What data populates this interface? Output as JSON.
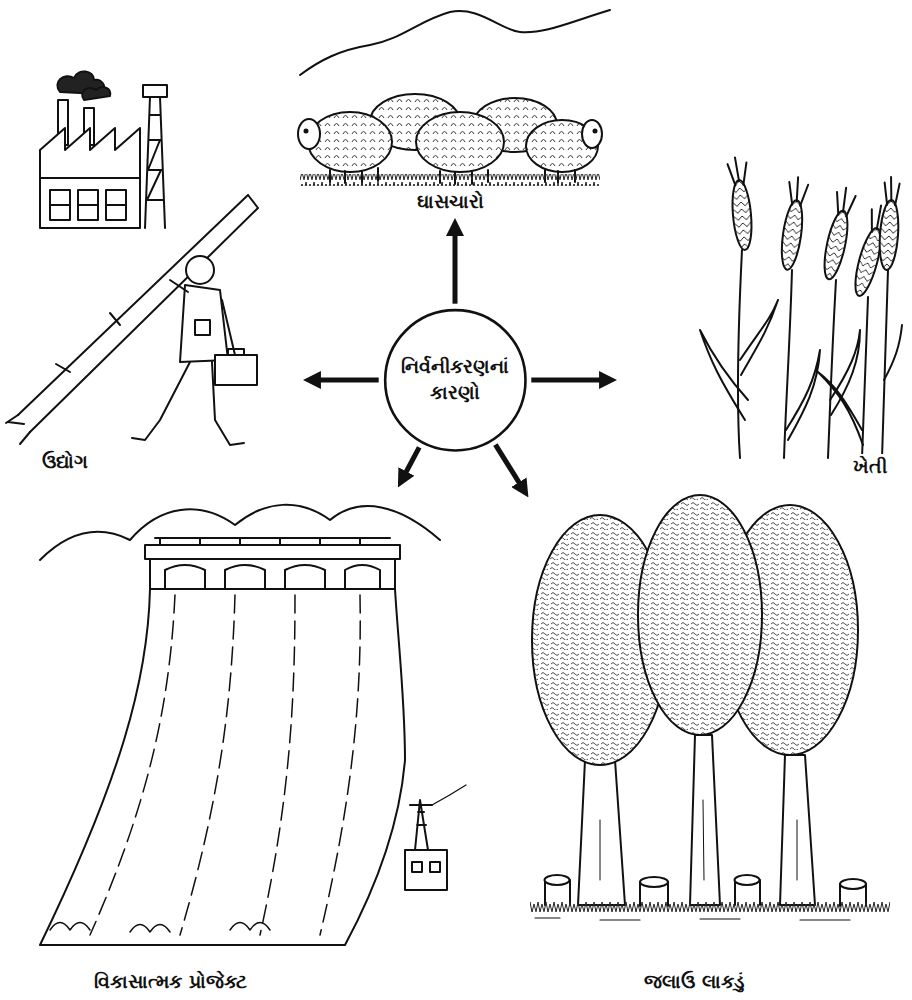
{
  "diagram": {
    "nodes": [
      {
        "text": [
          "ઘાસચારો"
        ]
      },
      {
        "text": [
          "નિર્વનીકરણનાં કારણો"
        ]
      },
      {
        "text": [
          "ઉદ્યોગ"
        ]
      },
      {
        "text": [
          "ખેતી"
        ]
      },
      {
        "text": [
          "વિકાસાત્મક પ્રોજેક્ટ"
        ]
      },
      {
        "text": [
          "જલાઉ લાકડું"
        ]
      }
    ],
    "edges": [
      {
        "from": 1,
        "to": 0,
        "arrow": "to"
      },
      {
        "from": 1,
        "to": 3,
        "arrow": "to"
      },
      {
        "from": 1,
        "to": 5,
        "arrow": "to"
      },
      {
        "from": 1,
        "to": 4,
        "arrow": "to"
      },
      {
        "from": 1,
        "to": 2,
        "arrow": "to"
      }
    ]
  }
}
